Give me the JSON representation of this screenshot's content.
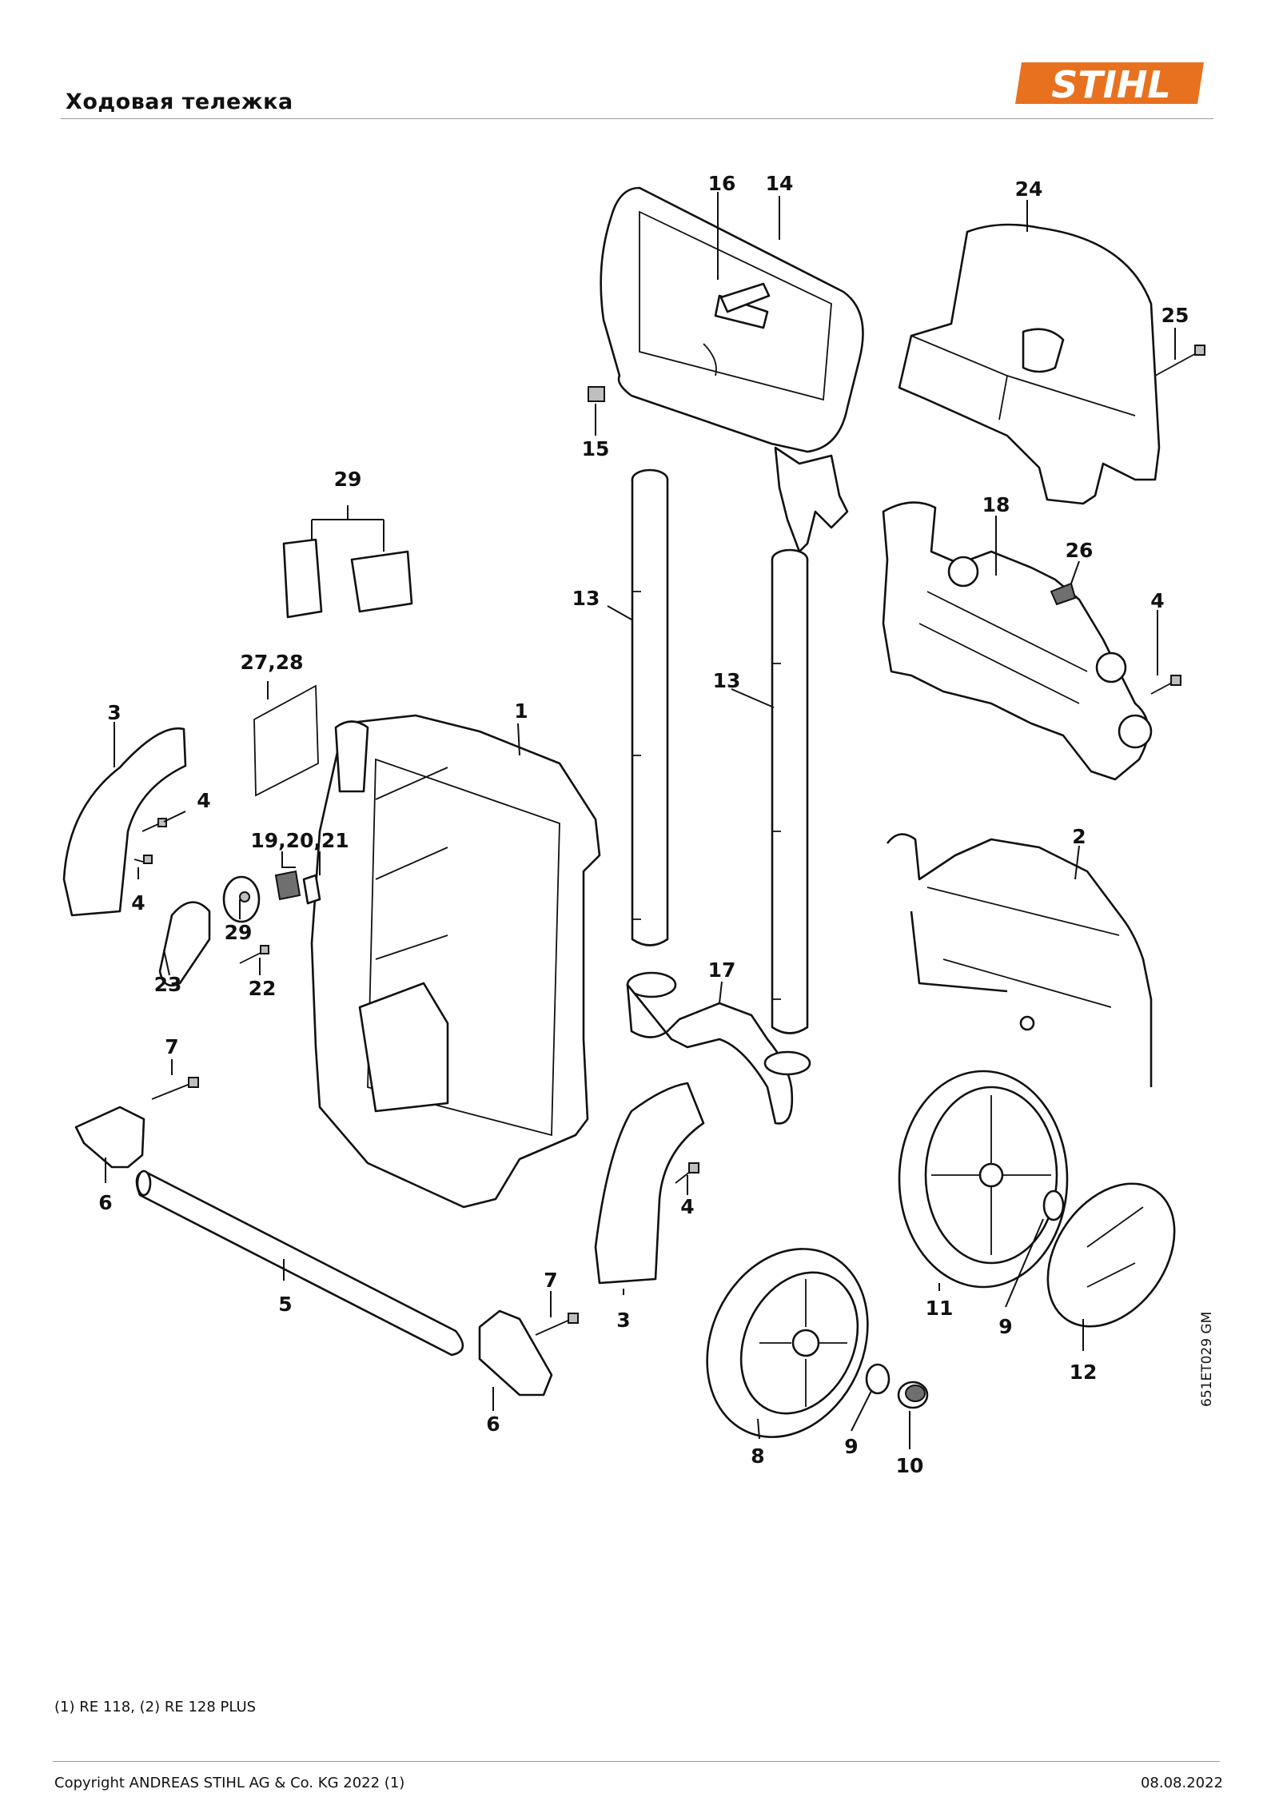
{
  "header": {
    "title": "Ходовая тележка",
    "logo_text": "STIHL",
    "brand_color": "#e8711f"
  },
  "diagram": {
    "labels": [
      "1",
      "2",
      "3",
      "4",
      "5",
      "6",
      "7",
      "8",
      "9",
      "10",
      "11",
      "12",
      "13",
      "14",
      "15",
      "16",
      "17",
      "18",
      "19,20,21",
      "22",
      "23",
      "24",
      "25",
      "26",
      "27,28",
      "29"
    ],
    "drawing_code": "651ET029 GM"
  },
  "footer": {
    "note": "(1) RE 118, (2) RE 128 PLUS",
    "copyright": "Copyright ANDREAS STIHL AG & Co. KG 2022 (1)",
    "date": "08.08.2022"
  }
}
